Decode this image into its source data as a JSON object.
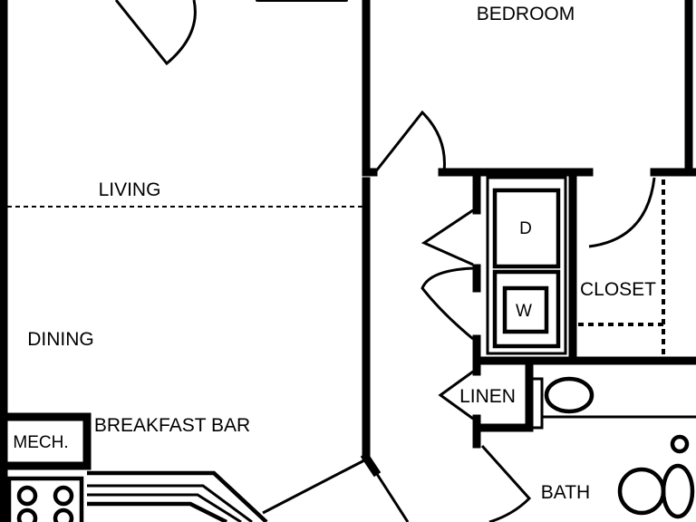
{
  "rooms": {
    "bedroom": "BEDROOM",
    "living": "LIVING",
    "dining": "DINING",
    "closet": "CLOSET",
    "linen": "LINEN",
    "bath": "BATH",
    "mech": "MECH.",
    "breakfast_bar": "BREAKFAST BAR"
  },
  "appliances": {
    "dryer": "D",
    "washer": "W"
  },
  "colors": {
    "line": "#000000",
    "background": "#ffffff"
  }
}
